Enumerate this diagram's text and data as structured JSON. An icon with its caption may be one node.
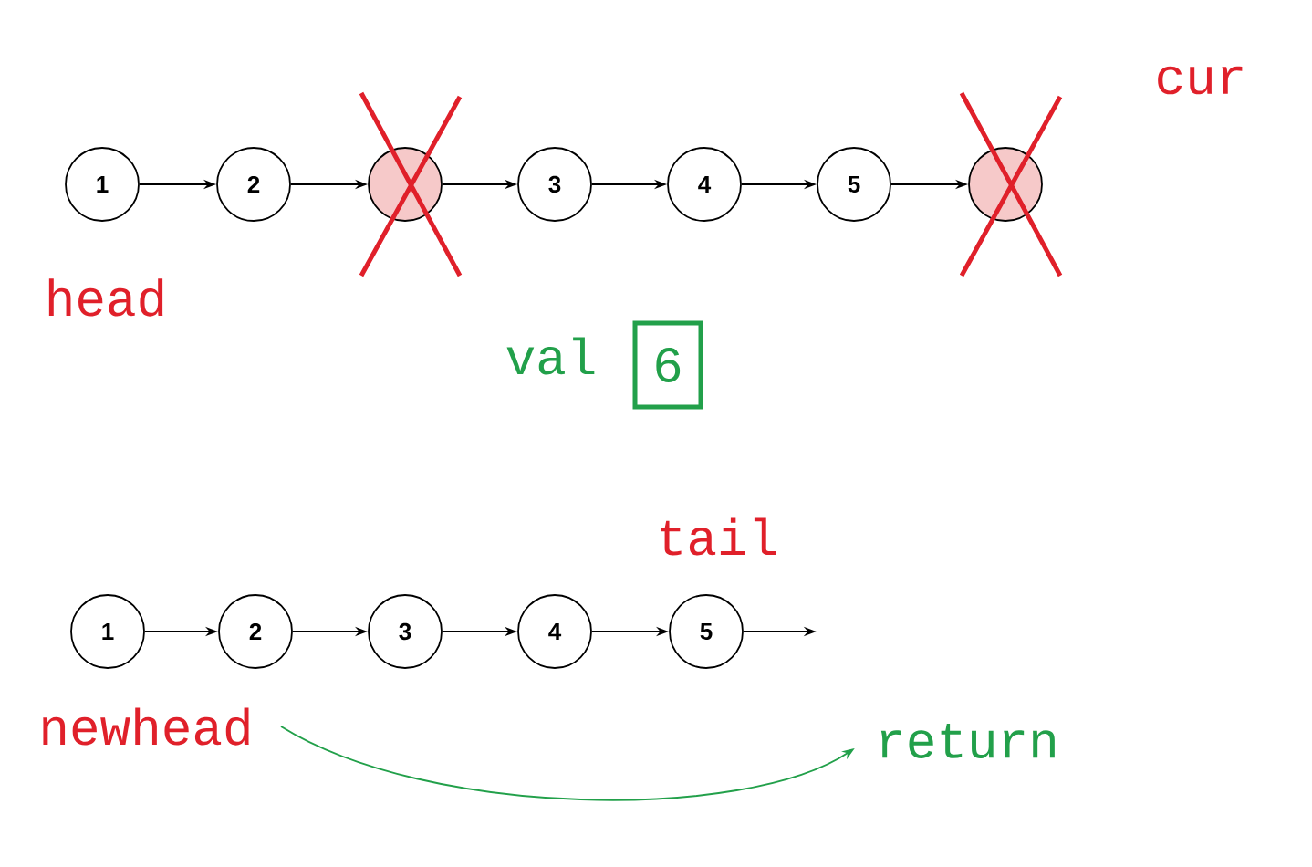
{
  "diagram": {
    "nodes": [
      {
        "text": [
          "1"
        ]
      },
      {
        "text": [
          "2"
        ]
      },
      {
        "text": [],
        "shape": "circle"
      },
      {
        "text": [
          "3"
        ]
      },
      {
        "text": [
          "4"
        ]
      },
      {
        "text": [
          "5"
        ]
      },
      {
        "text": [],
        "shape": "circle"
      },
      {
        "text": [
          "6"
        ]
      },
      {
        "text": [
          "1"
        ]
      },
      {
        "text": [
          "2"
        ]
      },
      {
        "text": [
          "3"
        ]
      },
      {
        "text": [
          "4"
        ]
      },
      {
        "text": [
          "5"
        ]
      },
      {
        "text": [
          "newhead"
        ]
      },
      {
        "text": [
          "return"
        ]
      }
    ],
    "edges": [
      {
        "from": 0,
        "to": 1,
        "arrow": "to"
      },
      {
        "from": 1,
        "to": 2,
        "arrow": "to"
      },
      {
        "from": 2,
        "to": 3,
        "arrow": "to"
      },
      {
        "from": 3,
        "to": 4,
        "arrow": "to"
      },
      {
        "from": 4,
        "to": 5,
        "arrow": "to"
      },
      {
        "from": 5,
        "to": 6,
        "arrow": "to"
      },
      {
        "from": 8,
        "to": 9,
        "arrow": "to"
      },
      {
        "from": 9,
        "to": 10,
        "arrow": "to"
      },
      {
        "from": 10,
        "to": 11,
        "arrow": "to"
      },
      {
        "from": 11,
        "to": 12,
        "arrow": "to"
      },
      {
        "from": 12,
        "to": null,
        "arrow": "to"
      },
      {
        "from": 13,
        "to": 14,
        "arrow": "to",
        "color": "#22a04a"
      }
    ],
    "labels": [
      "cur",
      "head",
      "val",
      "tail"
    ]
  }
}
